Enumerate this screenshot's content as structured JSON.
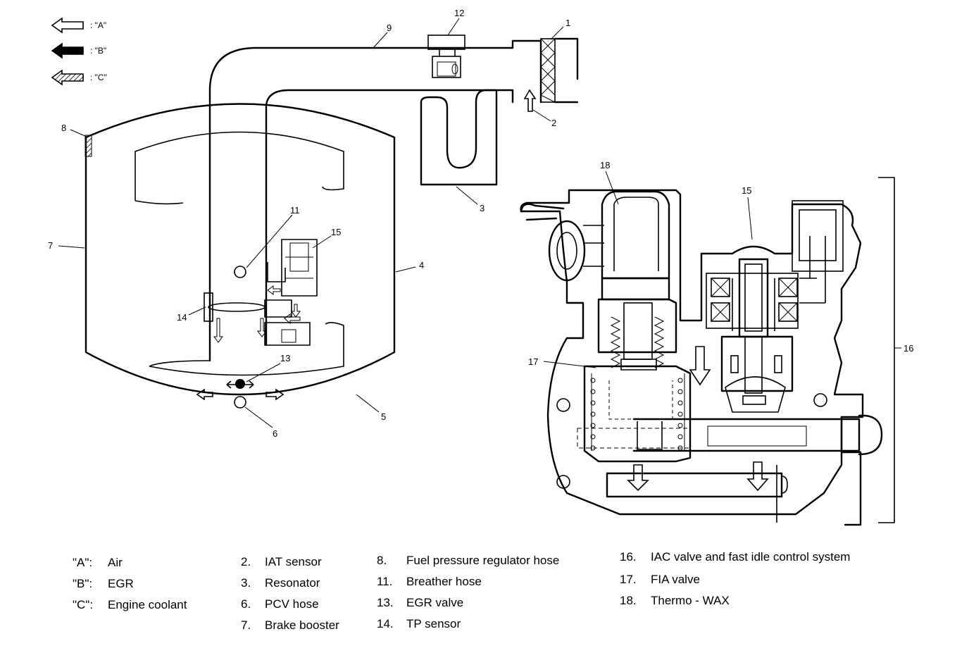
{
  "flow_keys": [
    {
      "key": ": \"A\"",
      "icon": "white-arrow-icon"
    },
    {
      "key": ": \"B\"",
      "icon": "black-arrow-icon"
    },
    {
      "key": ": \"C\"",
      "icon": "hatched-arrow-icon"
    }
  ],
  "callouts": {
    "c1": "1",
    "c2": "2",
    "c3": "3",
    "c4": "4",
    "c5": "5",
    "c6": "6",
    "c7": "7",
    "c8": "8",
    "c9": "9",
    "c11": "11",
    "c12": "12",
    "c13": "13",
    "c14": "14",
    "c15a": "15",
    "c15b": "15",
    "c16": "16",
    "c17": "17",
    "c18": "18"
  },
  "legend": {
    "col1": [
      {
        "num": "\"A\":",
        "label": "Air"
      },
      {
        "num": "\"B\":",
        "label": "EGR"
      },
      {
        "num": "\"C\":",
        "label": "Engine coolant"
      }
    ],
    "col2": [
      {
        "num": "2.",
        "label": "IAT sensor"
      },
      {
        "num": "3.",
        "label": "Resonator"
      },
      {
        "num": "6.",
        "label": "PCV hose"
      },
      {
        "num": "7.",
        "label": "Brake booster"
      }
    ],
    "col3": [
      {
        "num": "8.",
        "label": "Fuel pressure regulator hose"
      },
      {
        "num": "11.",
        "label": "Breather hose"
      },
      {
        "num": "13.",
        "label": "EGR valve"
      },
      {
        "num": "14.",
        "label": "TP sensor"
      }
    ],
    "col4": [
      {
        "num": "16.",
        "label": "IAC valve and fast idle control system"
      },
      {
        "num": "17.",
        "label": "FIA valve"
      },
      {
        "num": "18.",
        "label": "Thermo - WAX"
      }
    ]
  }
}
